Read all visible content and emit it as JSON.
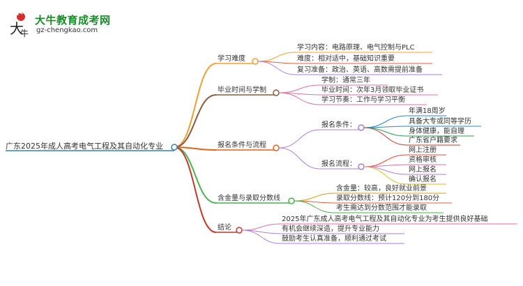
{
  "logo": {
    "name": "大牛教育成考网",
    "url": "gz-chengkao.com"
  },
  "root": "广东2025年成人高考电气工程及其自动化专业",
  "branches": {
    "difficulty": {
      "label": "学习难度",
      "items": [
        "学习内容：电路原理、电气控制与PLC",
        "难度：相对适中，基础知识重要",
        "复习准备：政治、英语、高数需提前准备"
      ]
    },
    "graduation": {
      "label": "毕业时间与学制",
      "items": [
        "学制：通常三年",
        "毕业时间：次年3月领取毕业证书",
        "学习节奏：工作与学习平衡"
      ]
    },
    "enroll": {
      "label": "报名条件与流程",
      "conditions": {
        "label": "报名条件：",
        "items": [
          "年满18周岁",
          "具备大专或同等学历",
          "身体健康，能自理",
          "广东省户籍要求"
        ]
      },
      "process": {
        "label": "报名流程：",
        "items": [
          "网上注册",
          "资格审核",
          "网上报名",
          "确认报名"
        ]
      }
    },
    "value": {
      "label": "含金量与录取分数线",
      "items": [
        "含金量：较高，良好就业前景",
        "录取分数线：预计120分到180分",
        "考生需达到分数范围才能录取"
      ]
    },
    "conclusion": {
      "label": "结论",
      "items": [
        "2025年广东成人高考电气工程及其自动化专业为考生提供良好基础",
        "有机会继续深造，提升专业能力",
        "鼓励考生认真准备，顺利通过考试"
      ]
    }
  },
  "colors": {
    "root": "#3c7fb1",
    "difficulty": "#f0a030",
    "graduation": "#8b5a3c",
    "enroll": "#e0641e",
    "value": "#4caf50",
    "conclusion": "#c0392b",
    "leaf_purple": "#b07fd0",
    "leaf_pink": "#e06fa0",
    "leaf_blue": "#2e86c1",
    "leaf_yellow": "#d4c21a"
  }
}
